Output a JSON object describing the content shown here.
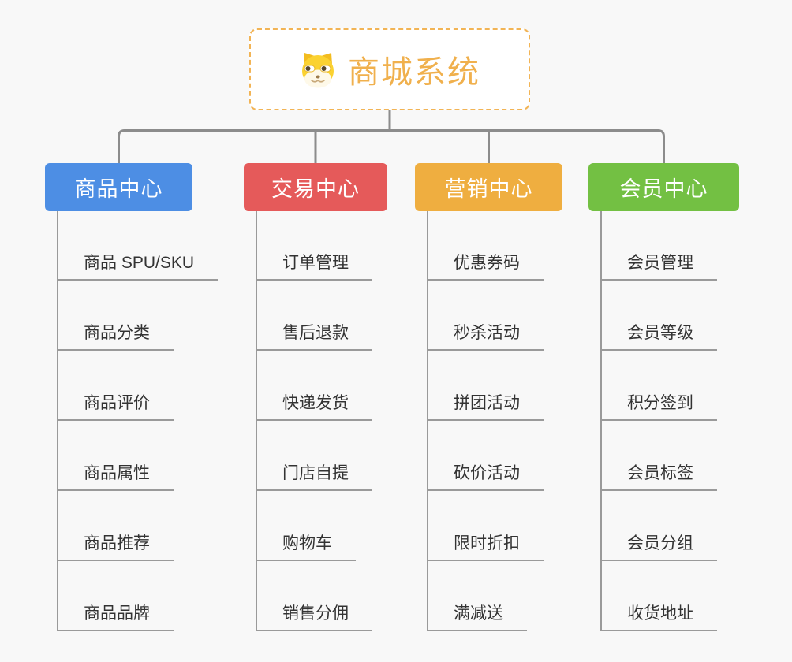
{
  "page": {
    "background": "#f8f8f8"
  },
  "root": {
    "title": "商城系统",
    "icon": "doge-icon",
    "text_color": "#F0B04D",
    "border_color": "#F2B455",
    "background": "#ffffff"
  },
  "connectors": {
    "tree_line_color": "#8C8C8C",
    "leaf_line_color": "#9A9A9A"
  },
  "leaf_text_color": "#333333",
  "branches": [
    {
      "label": "商品中心",
      "color": "#4D8EE4",
      "children": [
        "商品 SPU/SKU",
        "商品分类",
        "商品评价",
        "商品属性",
        "商品推荐",
        "商品品牌"
      ]
    },
    {
      "label": "交易中心",
      "color": "#E55A5A",
      "children": [
        "订单管理",
        "售后退款",
        "快递发货",
        "门店自提",
        "购物车",
        "销售分佣"
      ]
    },
    {
      "label": "营销中心",
      "color": "#EFAE40",
      "children": [
        "优惠券码",
        "秒杀活动",
        "拼团活动",
        "砍价活动",
        "限时折扣",
        "满减送"
      ]
    },
    {
      "label": "会员中心",
      "color": "#73C043",
      "children": [
        "会员管理",
        "会员等级",
        "积分签到",
        "会员标签",
        "会员分组",
        "收货地址"
      ]
    }
  ]
}
